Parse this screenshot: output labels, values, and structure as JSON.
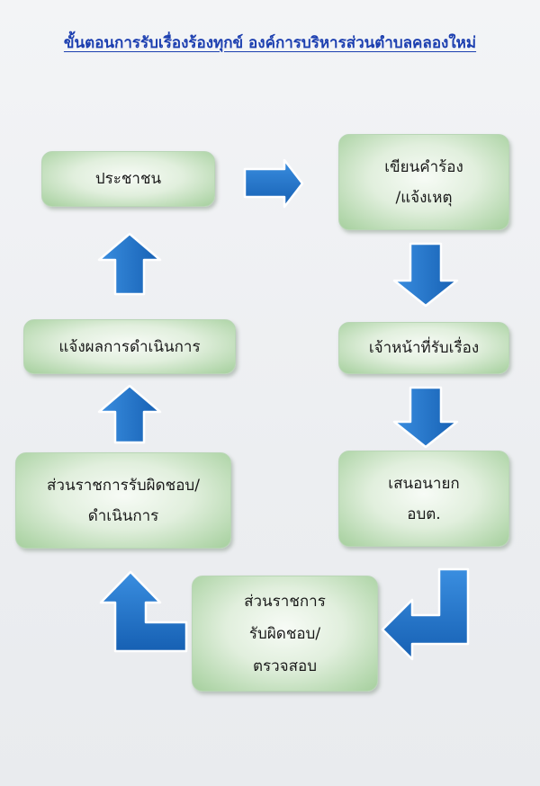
{
  "title": "ขั้นตอนการรับเรื่องร้องทุกข์ องค์การบริหารส่วนตำบลคลองใหม่",
  "nodes": {
    "citizen": {
      "lines": [
        "ประชาชน"
      ]
    },
    "write_petition": {
      "lines": [
        "เขียนคำร้อง",
        "/แจ้งเหตุ"
      ]
    },
    "officer": {
      "lines": [
        "เจ้าหน้าที่รับเรื่อง"
      ]
    },
    "propose": {
      "lines": [
        "เสนอนายก",
        "อบต."
      ]
    },
    "department_check": {
      "lines": [
        "ส่วนราชการ",
        "รับผิดชอบ/",
        "ตรวจสอบ"
      ]
    },
    "department_action": {
      "lines": [
        "ส่วนราชการรับผิดชอบ/",
        "ดำเนินการ"
      ]
    },
    "notify_result": {
      "lines": [
        "แจ้งผลการดำเนินการ"
      ]
    }
  },
  "colors": {
    "title": "#1c3fb0",
    "arrow_fill": "#1f6fc4",
    "arrow_edge": "#0f4f9a",
    "box_fill": "#d7ead2"
  }
}
